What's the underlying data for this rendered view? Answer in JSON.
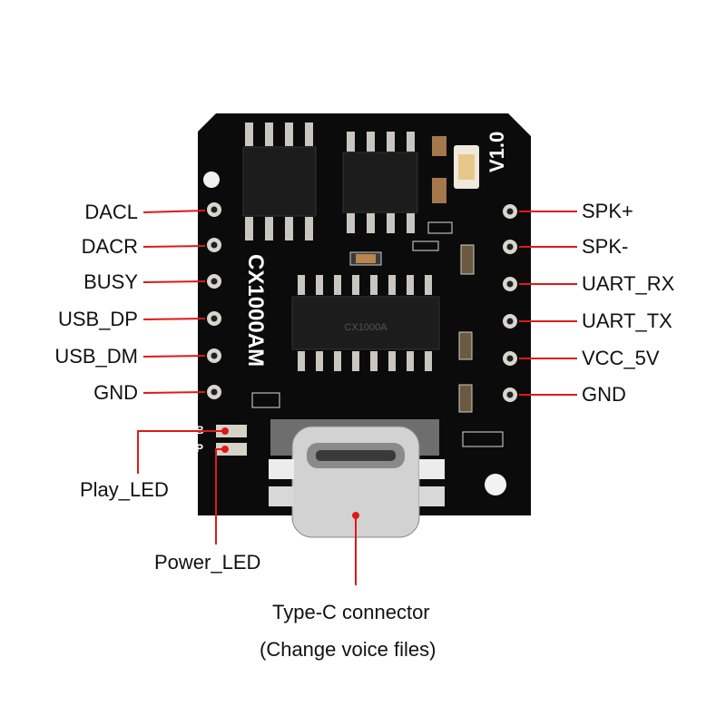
{
  "board": {
    "chip_label": "CX1000AM",
    "version_label": "V1.0",
    "chip_marking": "CX1000A",
    "silk_b": "B",
    "silk_p": "P"
  },
  "left_pins": [
    "DACL",
    "DACR",
    "BUSY",
    "USB_DP",
    "USB_DM",
    "GND"
  ],
  "right_pins": [
    "SPK+",
    "SPK-",
    "UART_RX",
    "UART_TX",
    "VCC_5V",
    "GND"
  ],
  "callouts": {
    "play_led": "Play_LED",
    "power_led": "Power_LED",
    "type_c_line1": "Type-C connector",
    "type_c_line2": "(Change voice files)"
  },
  "colors": {
    "pcb": "#0b0b0b",
    "leader": "#e01818",
    "pad": "#d9d6cf"
  }
}
